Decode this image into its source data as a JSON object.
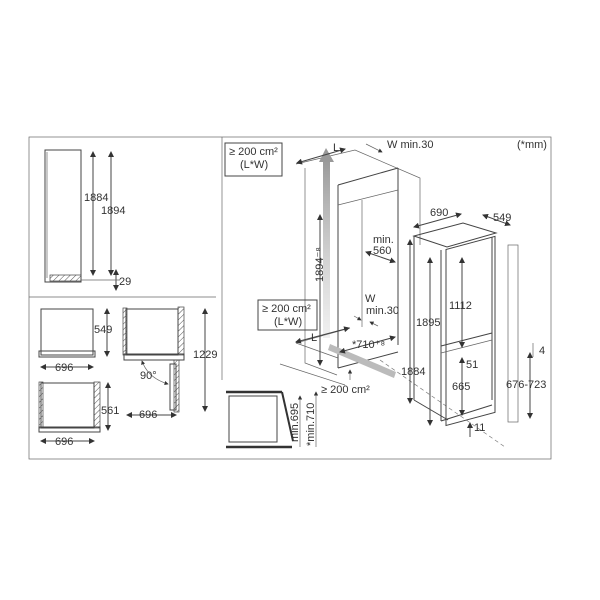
{
  "unit_note": "(*mm)",
  "side_view": {
    "height_1": "1884",
    "height_2": "1894",
    "plinth": "29"
  },
  "top_views": {
    "depth": "549",
    "width_a": "696",
    "depth_b": "561",
    "width_b": "696",
    "door_angle": "90°",
    "door_clearance": "1229",
    "width_c": "696"
  },
  "niche": {
    "vent_top_area": "≥ 200 cm²",
    "vent_top_formula": "(L*W)",
    "vent_top_L": "L",
    "vent_top_W": "W min.30",
    "niche_height": "1894⁻⁸",
    "niche_depth_label_1": "min.",
    "niche_depth_label_2": "560",
    "vent_bottom_W_1": "W",
    "vent_bottom_W_2": "min.30",
    "vent_bottom_area": "≥ 200 cm²",
    "vent_bottom_formula": "(L*W)",
    "vent_bottom_L": "L",
    "niche_width": "*710⁺⁸",
    "plinth_vent": "≥ 200 cm²"
  },
  "appliance": {
    "width": "690",
    "depth": "549",
    "height_total": "1895",
    "height_body": "1884",
    "upper_door": "1112",
    "gap": "51",
    "lower_door": "665",
    "foot": "11",
    "rail_gap": "4",
    "rail_range": "676-723"
  },
  "detail": {
    "min_1": "min.695",
    "min_2": "*min.710"
  }
}
